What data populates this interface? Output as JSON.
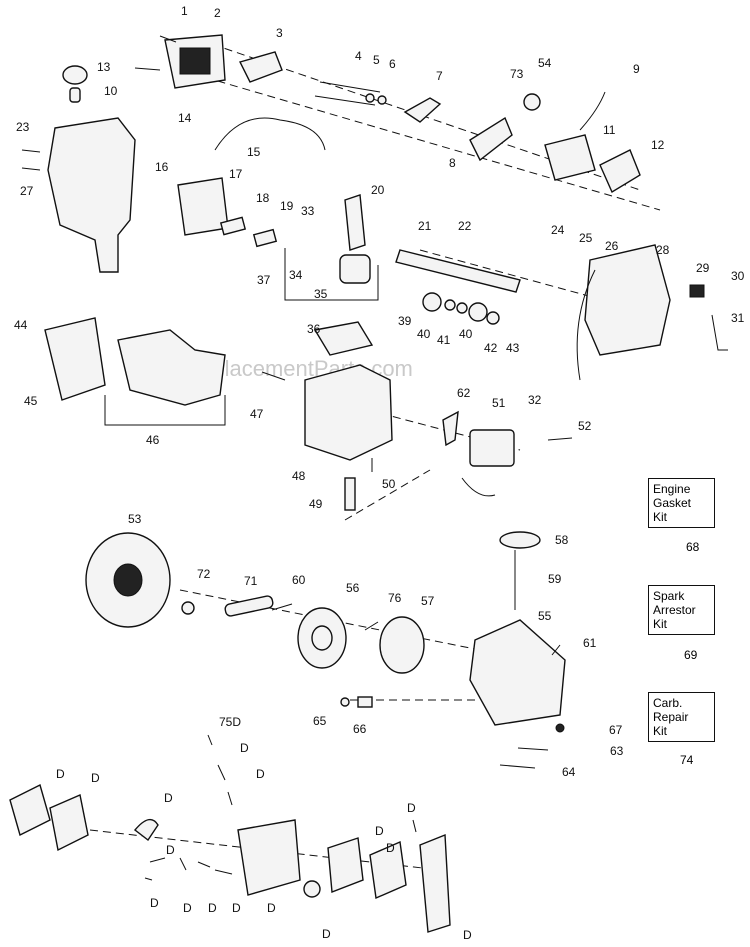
{
  "watermark": "eReplacementParts.com",
  "callouts": [
    "1",
    "2",
    "3",
    "4",
    "5",
    "6",
    "7",
    "9",
    "10",
    "11",
    "12",
    "13",
    "14",
    "15",
    "16",
    "17",
    "18",
    "19",
    "20",
    "21",
    "22",
    "23",
    "24",
    "25",
    "26",
    "27",
    "28",
    "29",
    "30",
    "31",
    "32",
    "33",
    "34",
    "35",
    "36",
    "37",
    "39",
    "40",
    "41",
    "40",
    "42",
    "43",
    "44",
    "45",
    "46",
    "47",
    "48",
    "49",
    "50",
    "51",
    "52",
    "53",
    "54",
    "55",
    "56",
    "57",
    "58",
    "59",
    "60",
    "61",
    "62",
    "63",
    "64",
    "65",
    "66",
    "67",
    "71",
    "72",
    "73",
    "75D",
    "76",
    "8",
    "D",
    "D",
    "D",
    "D",
    "D",
    "D",
    "D",
    "D",
    "D",
    "D",
    "D",
    "D",
    "D",
    "D",
    "D",
    "D"
  ],
  "kits": [
    {
      "lines": [
        "Engine",
        "Gasket",
        "Kit"
      ],
      "number": "68"
    },
    {
      "lines": [
        "Spark",
        "Arrestor",
        "Kit"
      ],
      "number": "69"
    },
    {
      "lines": [
        "Carb.",
        "Repair",
        "Kit"
      ],
      "number": "74"
    }
  ]
}
